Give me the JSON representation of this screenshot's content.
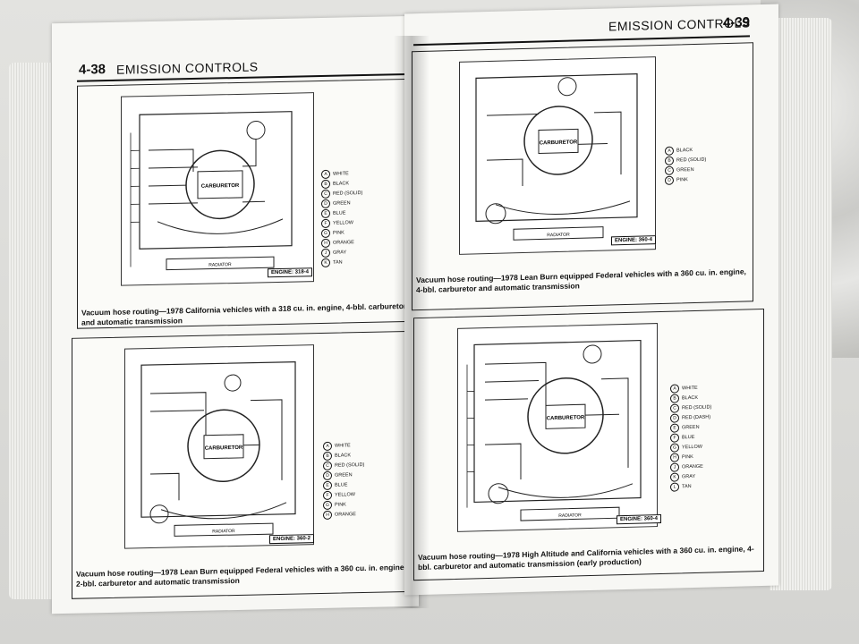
{
  "book": {
    "left_page": {
      "page_number": "4-38",
      "section_title": "EMISSION CONTROLS",
      "figures": [
        {
          "caption": "Vacuum hose routing—1978 California vehicles with a 318 cu. in. engine, 4-bbl. carburetor and automatic transmission",
          "engine_tag": "ENGINE: 318-4",
          "center_label": "CARBURETOR",
          "bottom_label": "RADIATOR",
          "legend": [
            {
              "key": "A",
              "name": "WHITE"
            },
            {
              "key": "B",
              "name": "BLACK"
            },
            {
              "key": "C",
              "name": "RED (SOLID)"
            },
            {
              "key": "D",
              "name": "GREEN"
            },
            {
              "key": "E",
              "name": "BLUE"
            },
            {
              "key": "F",
              "name": "YELLOW"
            },
            {
              "key": "G",
              "name": "PINK"
            },
            {
              "key": "H",
              "name": "ORANGE"
            },
            {
              "key": "J",
              "name": "GRAY"
            },
            {
              "key": "K",
              "name": "TAN"
            }
          ]
        },
        {
          "caption": "Vacuum hose routing—1978 Lean Burn equipped Federal vehicles with a 360 cu. in. engine, 2-bbl. carburetor and automatic transmission",
          "engine_tag": "ENGINE: 360-2",
          "center_label": "CARBURETOR",
          "bottom_label": "RADIATOR",
          "legend": [
            {
              "key": "A",
              "name": "WHITE"
            },
            {
              "key": "B",
              "name": "BLACK"
            },
            {
              "key": "C",
              "name": "RED (SOLID)"
            },
            {
              "key": "D",
              "name": "GREEN"
            },
            {
              "key": "E",
              "name": "BLUE"
            },
            {
              "key": "F",
              "name": "YELLOW"
            },
            {
              "key": "G",
              "name": "PINK"
            },
            {
              "key": "H",
              "name": "ORANGE"
            }
          ]
        }
      ]
    },
    "right_page": {
      "page_number": "4-39",
      "section_title": "EMISSION CONTROLS",
      "figures": [
        {
          "caption": "Vacuum hose routing—1978 Lean Burn equipped Federal vehicles with a 360 cu. in. engine, 4-bbl. carburetor and automatic transmission",
          "engine_tag": "ENGINE: 360-4",
          "center_label": "CARBURETOR",
          "bottom_label": "RADIATOR",
          "legend": [
            {
              "key": "A",
              "name": "BLACK"
            },
            {
              "key": "B",
              "name": "RED (SOLID)"
            },
            {
              "key": "C",
              "name": "GREEN"
            },
            {
              "key": "D",
              "name": "PINK"
            }
          ]
        },
        {
          "caption": "Vacuum hose routing—1978 High Altitude and California vehicles with a 360 cu. in. engine, 4-bbl. carburetor and automatic transmission (early production)",
          "engine_tag": "ENGINE: 360-4",
          "center_label": "CARBURETOR",
          "bottom_label": "RADIATOR",
          "legend": [
            {
              "key": "A",
              "name": "WHITE"
            },
            {
              "key": "B",
              "name": "BLACK"
            },
            {
              "key": "C",
              "name": "RED (SOLID)"
            },
            {
              "key": "D",
              "name": "RED (DASH)"
            },
            {
              "key": "E",
              "name": "GREEN"
            },
            {
              "key": "F",
              "name": "BLUE"
            },
            {
              "key": "G",
              "name": "YELLOW"
            },
            {
              "key": "H",
              "name": "PINK"
            },
            {
              "key": "J",
              "name": "ORANGE"
            },
            {
              "key": "K",
              "name": "GRAY"
            },
            {
              "key": "L",
              "name": "TAN"
            }
          ]
        }
      ]
    }
  }
}
